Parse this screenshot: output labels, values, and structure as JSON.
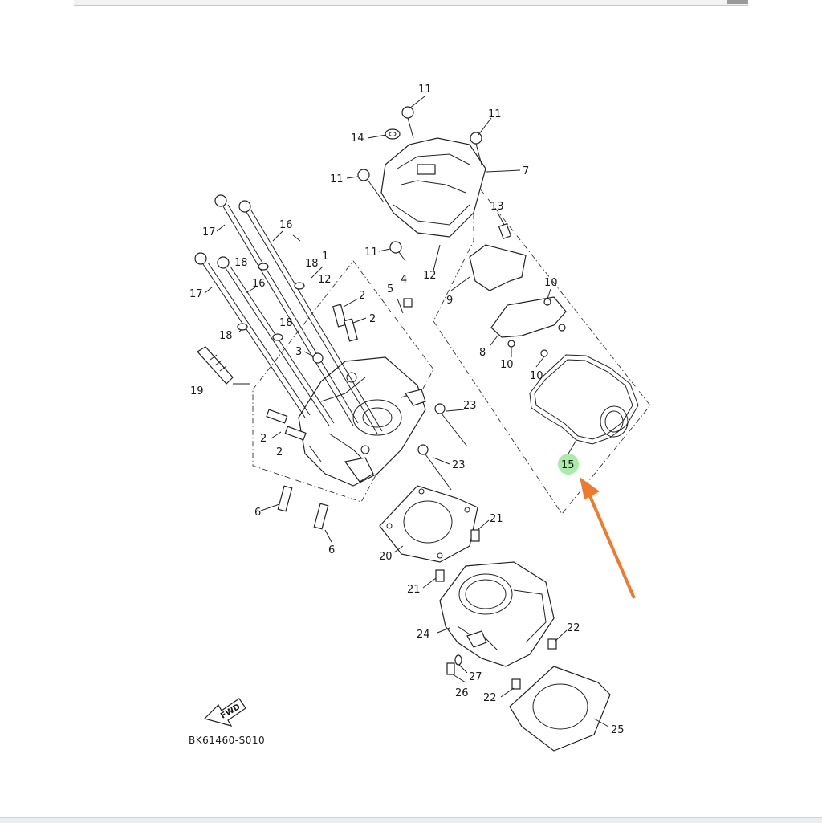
{
  "diagram_code": "BK61460-S010",
  "fwd_label": "FWD",
  "callout_numbers": [
    "1",
    "2",
    "3",
    "4",
    "5",
    "6",
    "7",
    "8",
    "9",
    "10",
    "11",
    "12",
    "13",
    "14",
    "15",
    "16",
    "17",
    "18",
    "19",
    "20",
    "21",
    "22",
    "23",
    "24",
    "25",
    "26",
    "27"
  ],
  "highlighted_part": "15",
  "colors": {
    "highlight": "#9be89b",
    "arrow": "#f07a2a",
    "line": "#222222"
  },
  "icons": [
    "fwd-arrow-icon",
    "orange-pointer-arrow-icon"
  ]
}
